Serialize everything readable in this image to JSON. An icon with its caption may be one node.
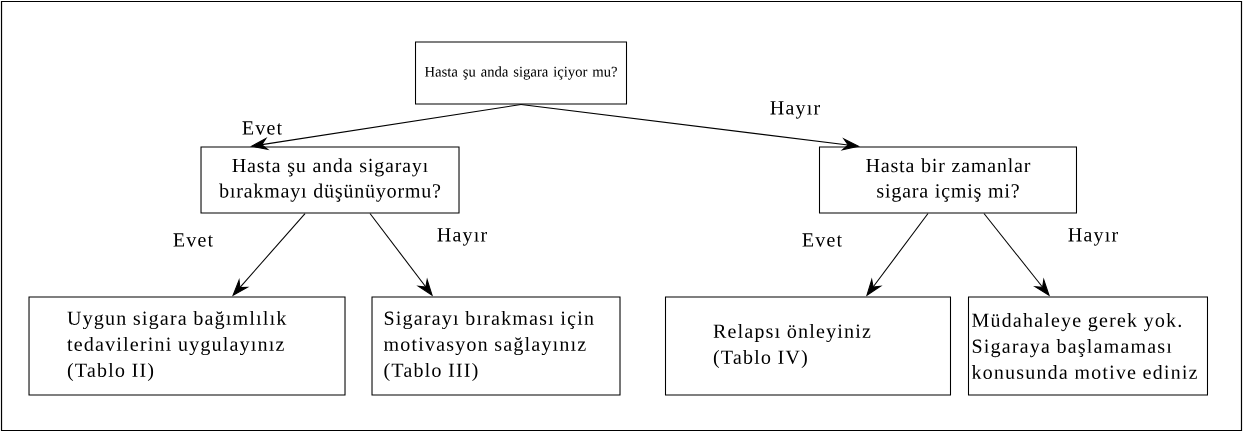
{
  "diagram": {
    "nodes": [
      {
        "text": [
          "Hasta şu anda sigara içiyor mu?"
        ]
      },
      {
        "text": [
          "Hasta şu anda sigarayı bırakmayı düşünüyormu?"
        ]
      },
      {
        "text": [
          "Hasta bir zamanlar sigara içmiş mi?"
        ]
      },
      {
        "text": [
          "Uygun sigara bağımlılık tedavilerini uygulayınız (Tablo II)"
        ]
      },
      {
        "text": [
          "Sigarayı bırakması için motivasyon sağlayınız (Tablo III)"
        ]
      },
      {
        "text": [
          "Relapsı önleyiniz (Tablo IV)"
        ]
      },
      {
        "text": [
          "Müdahaleye gerek yok. Sigaraya başlamaması konusunda motive ediniz"
        ]
      }
    ],
    "edges": [
      {
        "from": 0,
        "to": 1,
        "arrow": "to",
        "label": "Evet"
      },
      {
        "from": 0,
        "to": 2,
        "arrow": "to",
        "label": "Hayır"
      },
      {
        "from": 1,
        "to": 3,
        "arrow": "to",
        "label": "Evet"
      },
      {
        "from": 1,
        "to": 4,
        "arrow": "to",
        "label": "Hayır"
      },
      {
        "from": 2,
        "to": 5,
        "arrow": "to",
        "label": "Evet"
      },
      {
        "from": 2,
        "to": 6,
        "arrow": "to",
        "label": "Hayır"
      }
    ]
  }
}
